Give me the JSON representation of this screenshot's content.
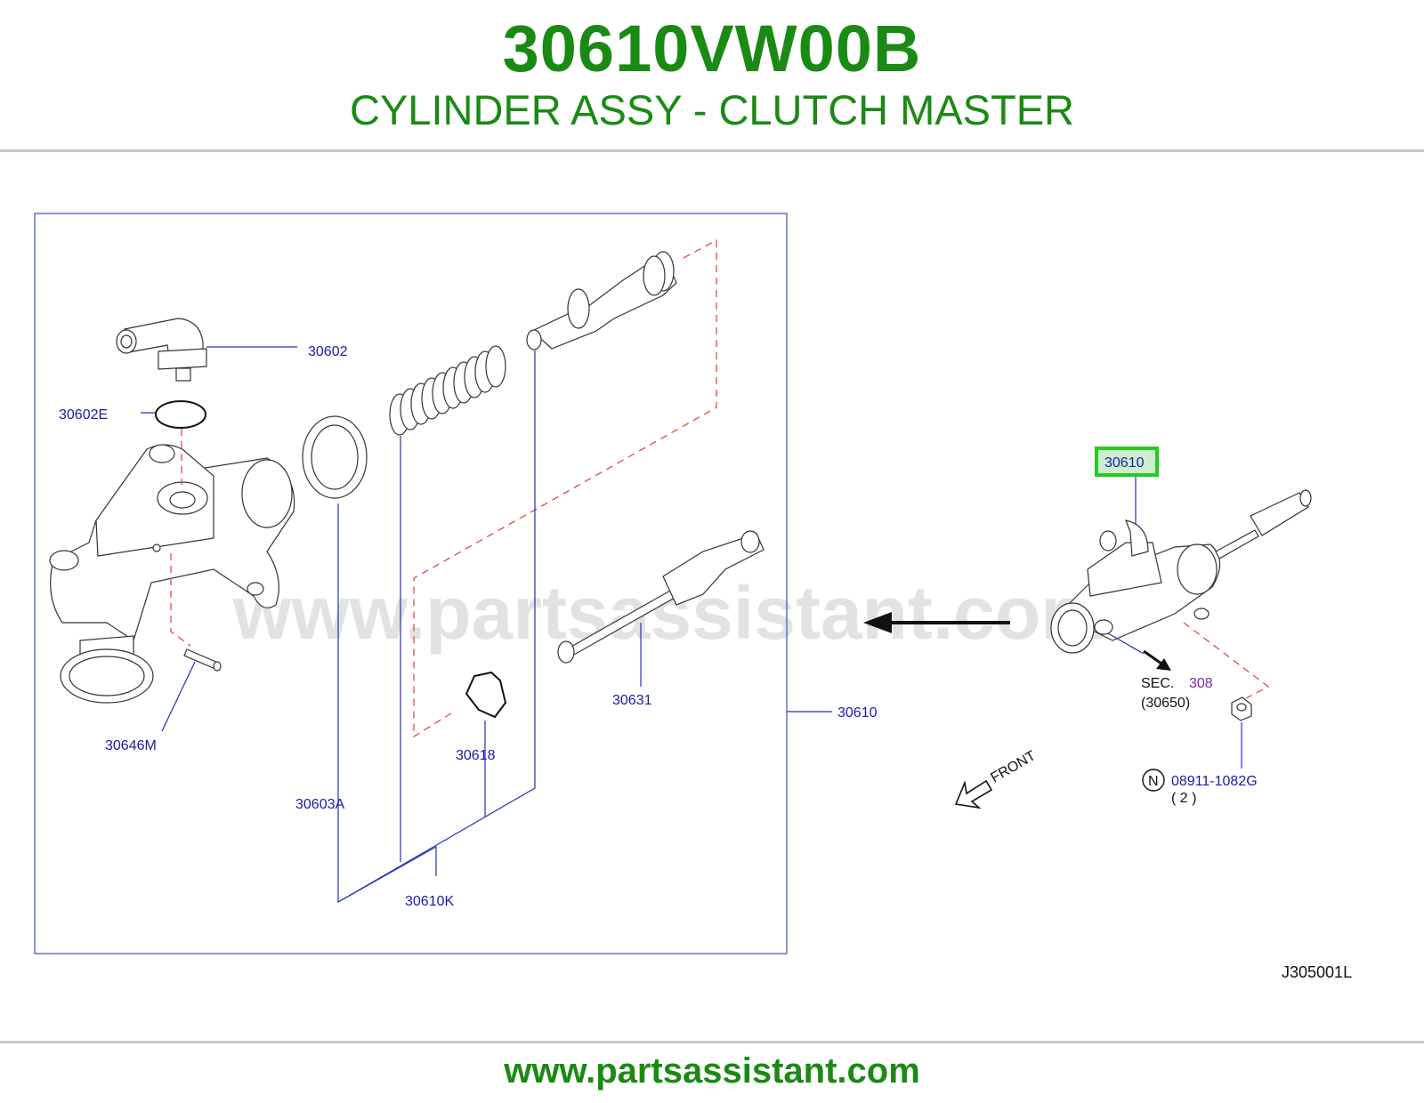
{
  "header": {
    "part_number": "30610VW00B",
    "part_name": "CYLINDER ASSY - CLUTCH MASTER"
  },
  "diagram": {
    "labels": {
      "l_30602": "30602",
      "l_30602E": "30602E",
      "l_30646M": "30646M",
      "l_30603A": "30603A",
      "l_30610K": "30610K",
      "l_30618": "30618",
      "l_30631": "30631",
      "l_30610_box": "30610",
      "l_30610_main": "30610",
      "l_sec": "SEC.",
      "l_sec_num": "308",
      "l_30650": "(30650)",
      "l_n": "N",
      "l_08911": "08911-1082G",
      "l_qty": "( 2 )",
      "l_front": "FRONT",
      "l_code": "J305001L"
    },
    "watermark": "www.partsassistant.com",
    "highlight_color": "#22cc22"
  },
  "footer": {
    "url": "www.partsassistant.com"
  }
}
